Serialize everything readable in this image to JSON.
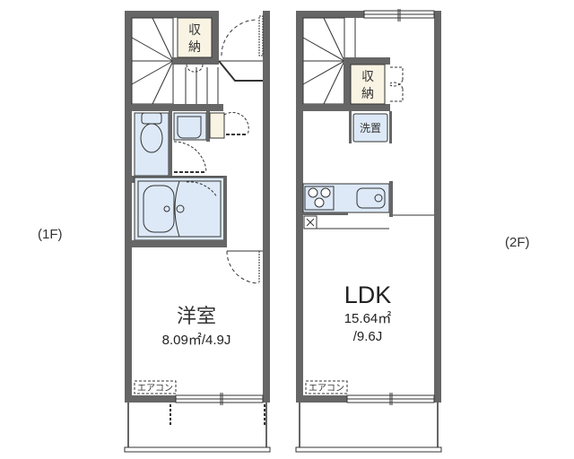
{
  "floors": [
    {
      "id": "1F",
      "label": "(1F)",
      "rooms": {
        "storage": {
          "label_line1": "収",
          "label_line2": "納"
        },
        "western_room": {
          "name": "洋室",
          "area": "8.09㎡/4.9J"
        },
        "aircon": {
          "label": "エアコン"
        }
      }
    },
    {
      "id": "2F",
      "label": "(2F)",
      "rooms": {
        "storage": {
          "label_line1": "収",
          "label_line2": "納"
        },
        "washer": {
          "label": "洗置"
        },
        "ldk": {
          "name": "LDK",
          "area_line1": "15.64㎡",
          "area_line2": "/9.6J"
        },
        "aircon": {
          "label": "エアコン"
        }
      }
    }
  ],
  "colors": {
    "wall": "#666666",
    "storage_fill": "#f8f3e3",
    "wet_fill": "#dde9f7",
    "line": "#333333"
  }
}
